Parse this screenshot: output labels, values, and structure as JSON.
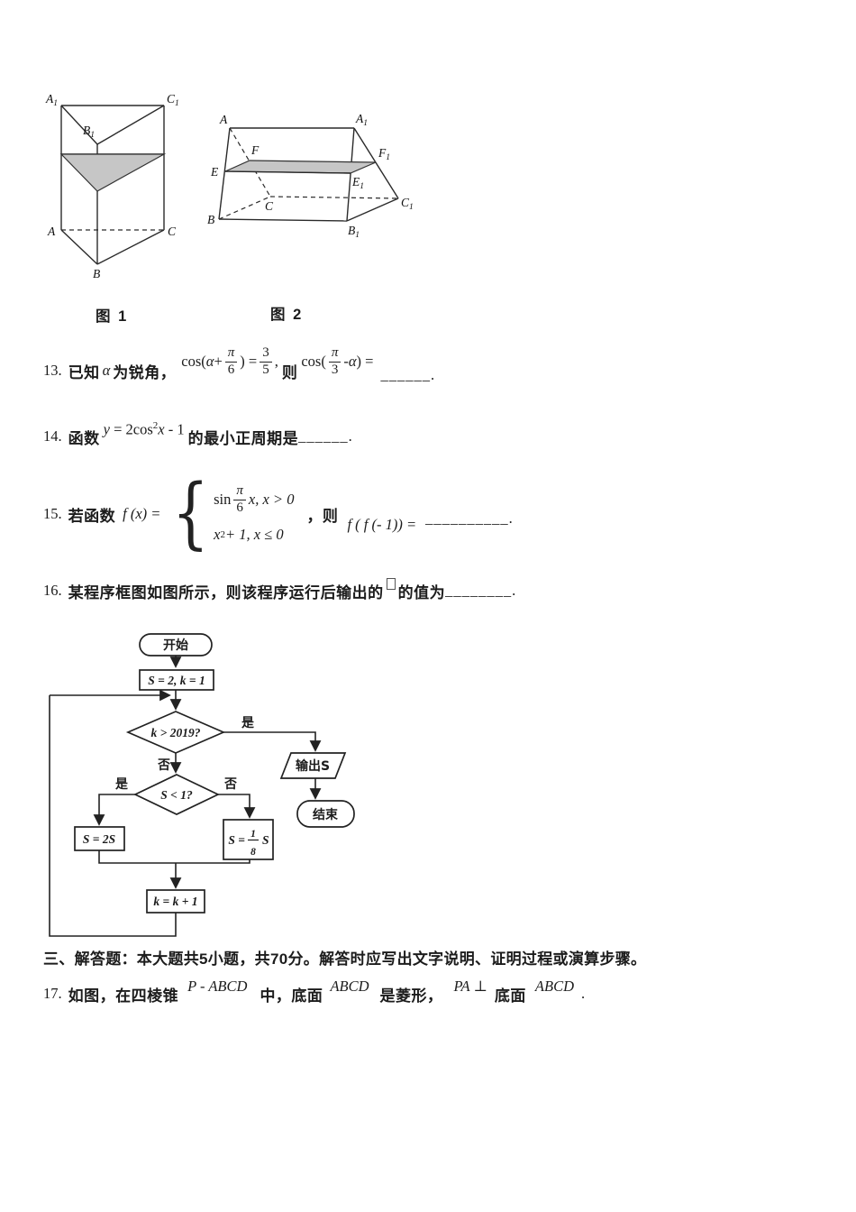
{
  "figure1": {
    "caption": "图 1",
    "labels": {
      "A1b": "A",
      "A1s": "1",
      "B1b": "B",
      "B1s": "1",
      "C1b": "C",
      "C1s": "1",
      "A": "A",
      "B": "B",
      "C": "C"
    }
  },
  "figure2": {
    "caption": "图 2",
    "labels": {
      "A": "A",
      "A1b": "A",
      "A1s": "1",
      "B": "B",
      "B1b": "B",
      "B1s": "1",
      "C": "C",
      "C1b": "C",
      "C1s": "1",
      "E": "E",
      "E1b": "E",
      "E1s": "1",
      "F": "F",
      "F1b": "F",
      "F1s": "1"
    }
  },
  "q13": {
    "no": "13.",
    "t1": "已知",
    "t2": "α",
    "t3": "为锐角，",
    "c1": "cos(",
    "c2": "α",
    "c3": " + ",
    "f1n": "π",
    "f1d": "6",
    "c4": ") = ",
    "f2n": "3",
    "f2d": "5",
    "c5": ",",
    "t4": "则",
    "c6": "cos(",
    "f3n": "π",
    "f3d": "3",
    "c7": " - ",
    "c8": "α",
    "c9": ") = ",
    "blank": "______",
    "end": "."
  },
  "q14": {
    "no": "14.",
    "t1": "函数",
    "m1": "y",
    "m2": " = 2cos",
    "sup": "2",
    "m3": "x",
    "m4": " - 1",
    "t2": "的最小正周期是",
    "blank": "______",
    "end": "."
  },
  "q15": {
    "no": "15.",
    "t1": "若函数",
    "m1": "f (x) =",
    "r1a": "sin",
    "f1n": "π",
    "f1d": "6",
    "r1b": "x, x > 0",
    "r2a": "x",
    "r2sup": "2",
    "r2b": " + 1, x ≤ 0",
    "t2": "，则",
    "m2": "f ( f (- 1)) =",
    "blank": "__________",
    "end": "."
  },
  "q16": {
    "no": "16.",
    "t1": "某程序框图如图所示，则该程序运行后输出的",
    "t2": "的值为",
    "blank": "________",
    "end": "."
  },
  "flowchart": {
    "start": "开始",
    "init": "S = 2, k = 1",
    "cond1": "k > 2019?",
    "yes1": "是",
    "no1": "否",
    "out": "输出S",
    "end": "结束",
    "cond2": "S < 1?",
    "yes2": "是",
    "no2": "否",
    "b1": "S = 2S",
    "b2pre": "S =",
    "b2n": "1",
    "b2d": "8",
    "b2suf": "S",
    "b3": "k = k + 1"
  },
  "section3": {
    "heading": "三、解答题：本大题共5小题，共70分。解答时应写出文字说明、证明过程或演算步骤。"
  },
  "q17": {
    "no": "17.",
    "t1": "如图，在四棱锥",
    "m1": "P - ABCD",
    "t2": "中，底面",
    "m2": "ABCD",
    "t3": "是菱形，",
    "m3": "PA ⊥",
    "t4": "底面",
    "m4": "ABCD",
    "end": "."
  }
}
